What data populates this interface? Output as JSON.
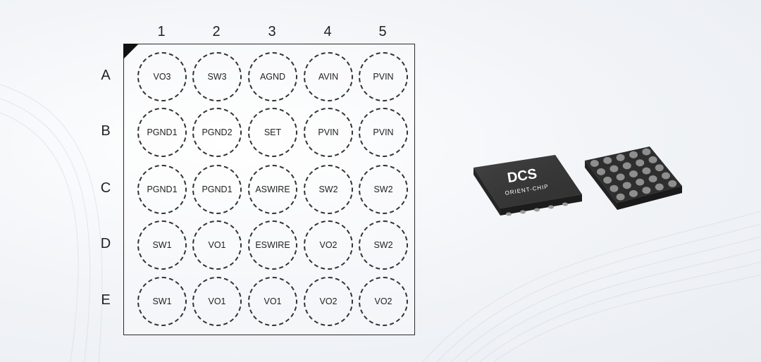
{
  "diagram": {
    "columns": [
      "1",
      "2",
      "3",
      "4",
      "5"
    ],
    "rows": [
      "A",
      "B",
      "C",
      "D",
      "E"
    ],
    "pins": [
      [
        "VO3",
        "SW3",
        "AGND",
        "AVIN",
        "PVIN"
      ],
      [
        "PGND1",
        "PGND2",
        "SET",
        "PVIN",
        "PVIN"
      ],
      [
        "PGND1",
        "PGND1",
        "ASWIRE",
        "SW2",
        "SW2"
      ],
      [
        "SW1",
        "VO1",
        "ESWIRE",
        "VO2",
        "SW2"
      ],
      [
        "SW1",
        "VO1",
        "VO1",
        "VO2",
        "VO2"
      ]
    ]
  },
  "chip": {
    "brand_logo": "DCS",
    "brand_name": "ORIENT-CHIP",
    "body_color": "#2b2b2b",
    "ball_color": "#8e8e8e"
  }
}
